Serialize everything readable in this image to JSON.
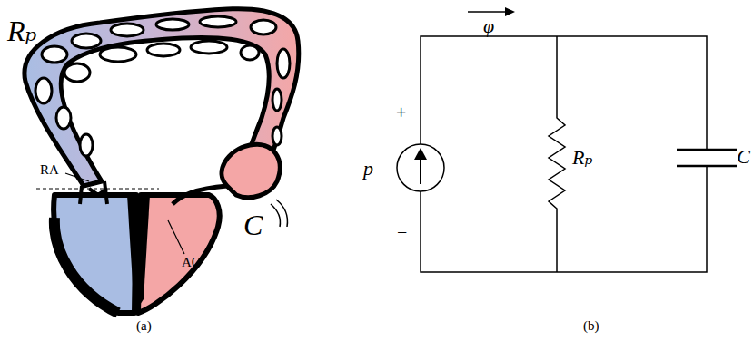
{
  "diagram": {
    "labels": [
      "Rₚ",
      "RA",
      "AO",
      "C",
      "(a)",
      "+",
      "φ",
      "p",
      "−",
      "Rₚ",
      "C",
      "(b)"
    ]
  }
}
